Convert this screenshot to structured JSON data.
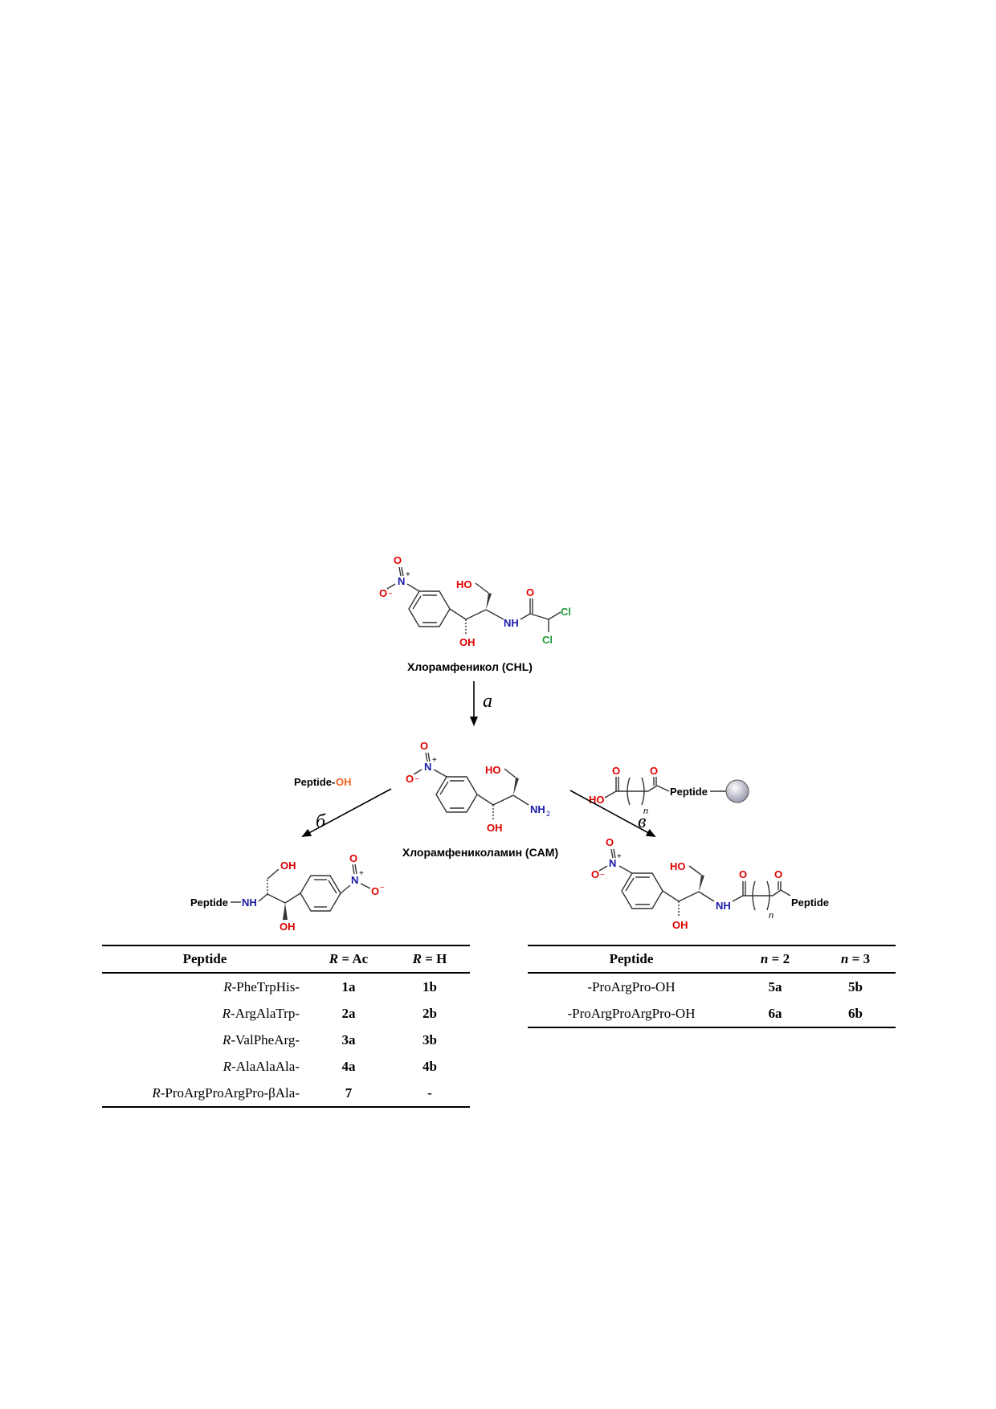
{
  "scheme": {
    "chl_name": "Хлорамфеникол (CHL)",
    "cam_name": "Хлорамфениколамин (CAM)",
    "step_a": "a",
    "step_b": "б",
    "step_c": "в",
    "reagent_b": {
      "peptide": "Peptide-",
      "oh": "OH"
    },
    "reagent_c": {
      "peptide": "Peptide",
      "ho": "HO",
      "index": "n"
    },
    "product_b": {
      "peptide": "Peptide",
      "nh": "NH"
    },
    "product_c": {
      "peptide": "Peptide",
      "nh": "NH",
      "index": "n"
    },
    "atoms": {
      "O": "O",
      "N": "N",
      "HO": "HO",
      "OH": "OH",
      "NH": "NH",
      "NH2": "NH",
      "sub2": "2",
      "Cl": "Cl",
      "plus": "+",
      "minus": "−"
    }
  },
  "table_left": {
    "headers": [
      "Peptide",
      "R = Ac",
      "R = H"
    ],
    "rows": [
      {
        "prefix": "R",
        "peptide": "-PheTrpHis-",
        "ac": "1a",
        "h": "1b"
      },
      {
        "prefix": "R",
        "peptide": "-ArgAlaTrp-",
        "ac": "2a",
        "h": "2b"
      },
      {
        "prefix": "R",
        "peptide": "-ValPheArg-",
        "ac": "3a",
        "h": "3b"
      },
      {
        "prefix": "R",
        "peptide": "-AlaAlaAla-",
        "ac": "4a",
        "h": "4b"
      },
      {
        "prefix": "R",
        "peptide": "-ProArgProArgPro-βAla-",
        "ac": "7",
        "h": "-"
      }
    ]
  },
  "table_right": {
    "headers": [
      "Peptide",
      "n = 2",
      "n = 3"
    ],
    "rows": [
      {
        "peptide": "-ProArgPro-OH",
        "n2": "5a",
        "n3": "5b"
      },
      {
        "peptide": "-ProArgProArgPro-OH",
        "n2": "6a",
        "n3": "6b"
      }
    ]
  }
}
